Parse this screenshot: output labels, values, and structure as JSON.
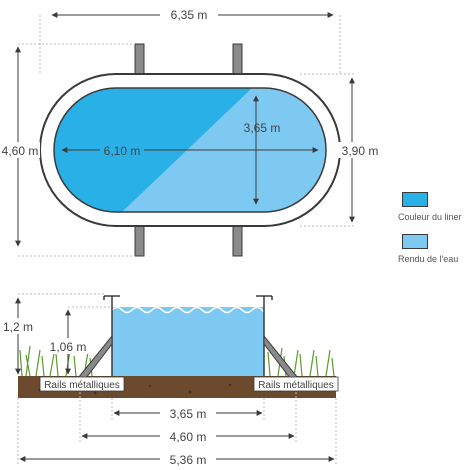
{
  "colors": {
    "liner": "#29b0e6",
    "water": "#7ec9f2",
    "dark": "#3a3a3a",
    "post": "#8a8a8a",
    "soil": "#6b4a2e",
    "grass": "#5c9a2c"
  },
  "top_view": {
    "overall_length": "6,35 m",
    "overall_width": "4,60 m",
    "inner_length": "6,10 m",
    "inner_width": "3,65 m",
    "outer_width": "3,90 m"
  },
  "legend": {
    "items": [
      {
        "label": "Couleur du liner",
        "color": "#29b0e6"
      },
      {
        "label": "Rendu de l'eau",
        "color": "#7ec9f2"
      }
    ]
  },
  "side_view": {
    "total_height": "1,2 m",
    "water_height": "1,06 m",
    "rail_left": "Rails métalliques",
    "rail_right": "Rails métalliques",
    "width_inner": "3,65 m",
    "width_mid": "4,60 m",
    "width_outer": "5,36 m"
  }
}
